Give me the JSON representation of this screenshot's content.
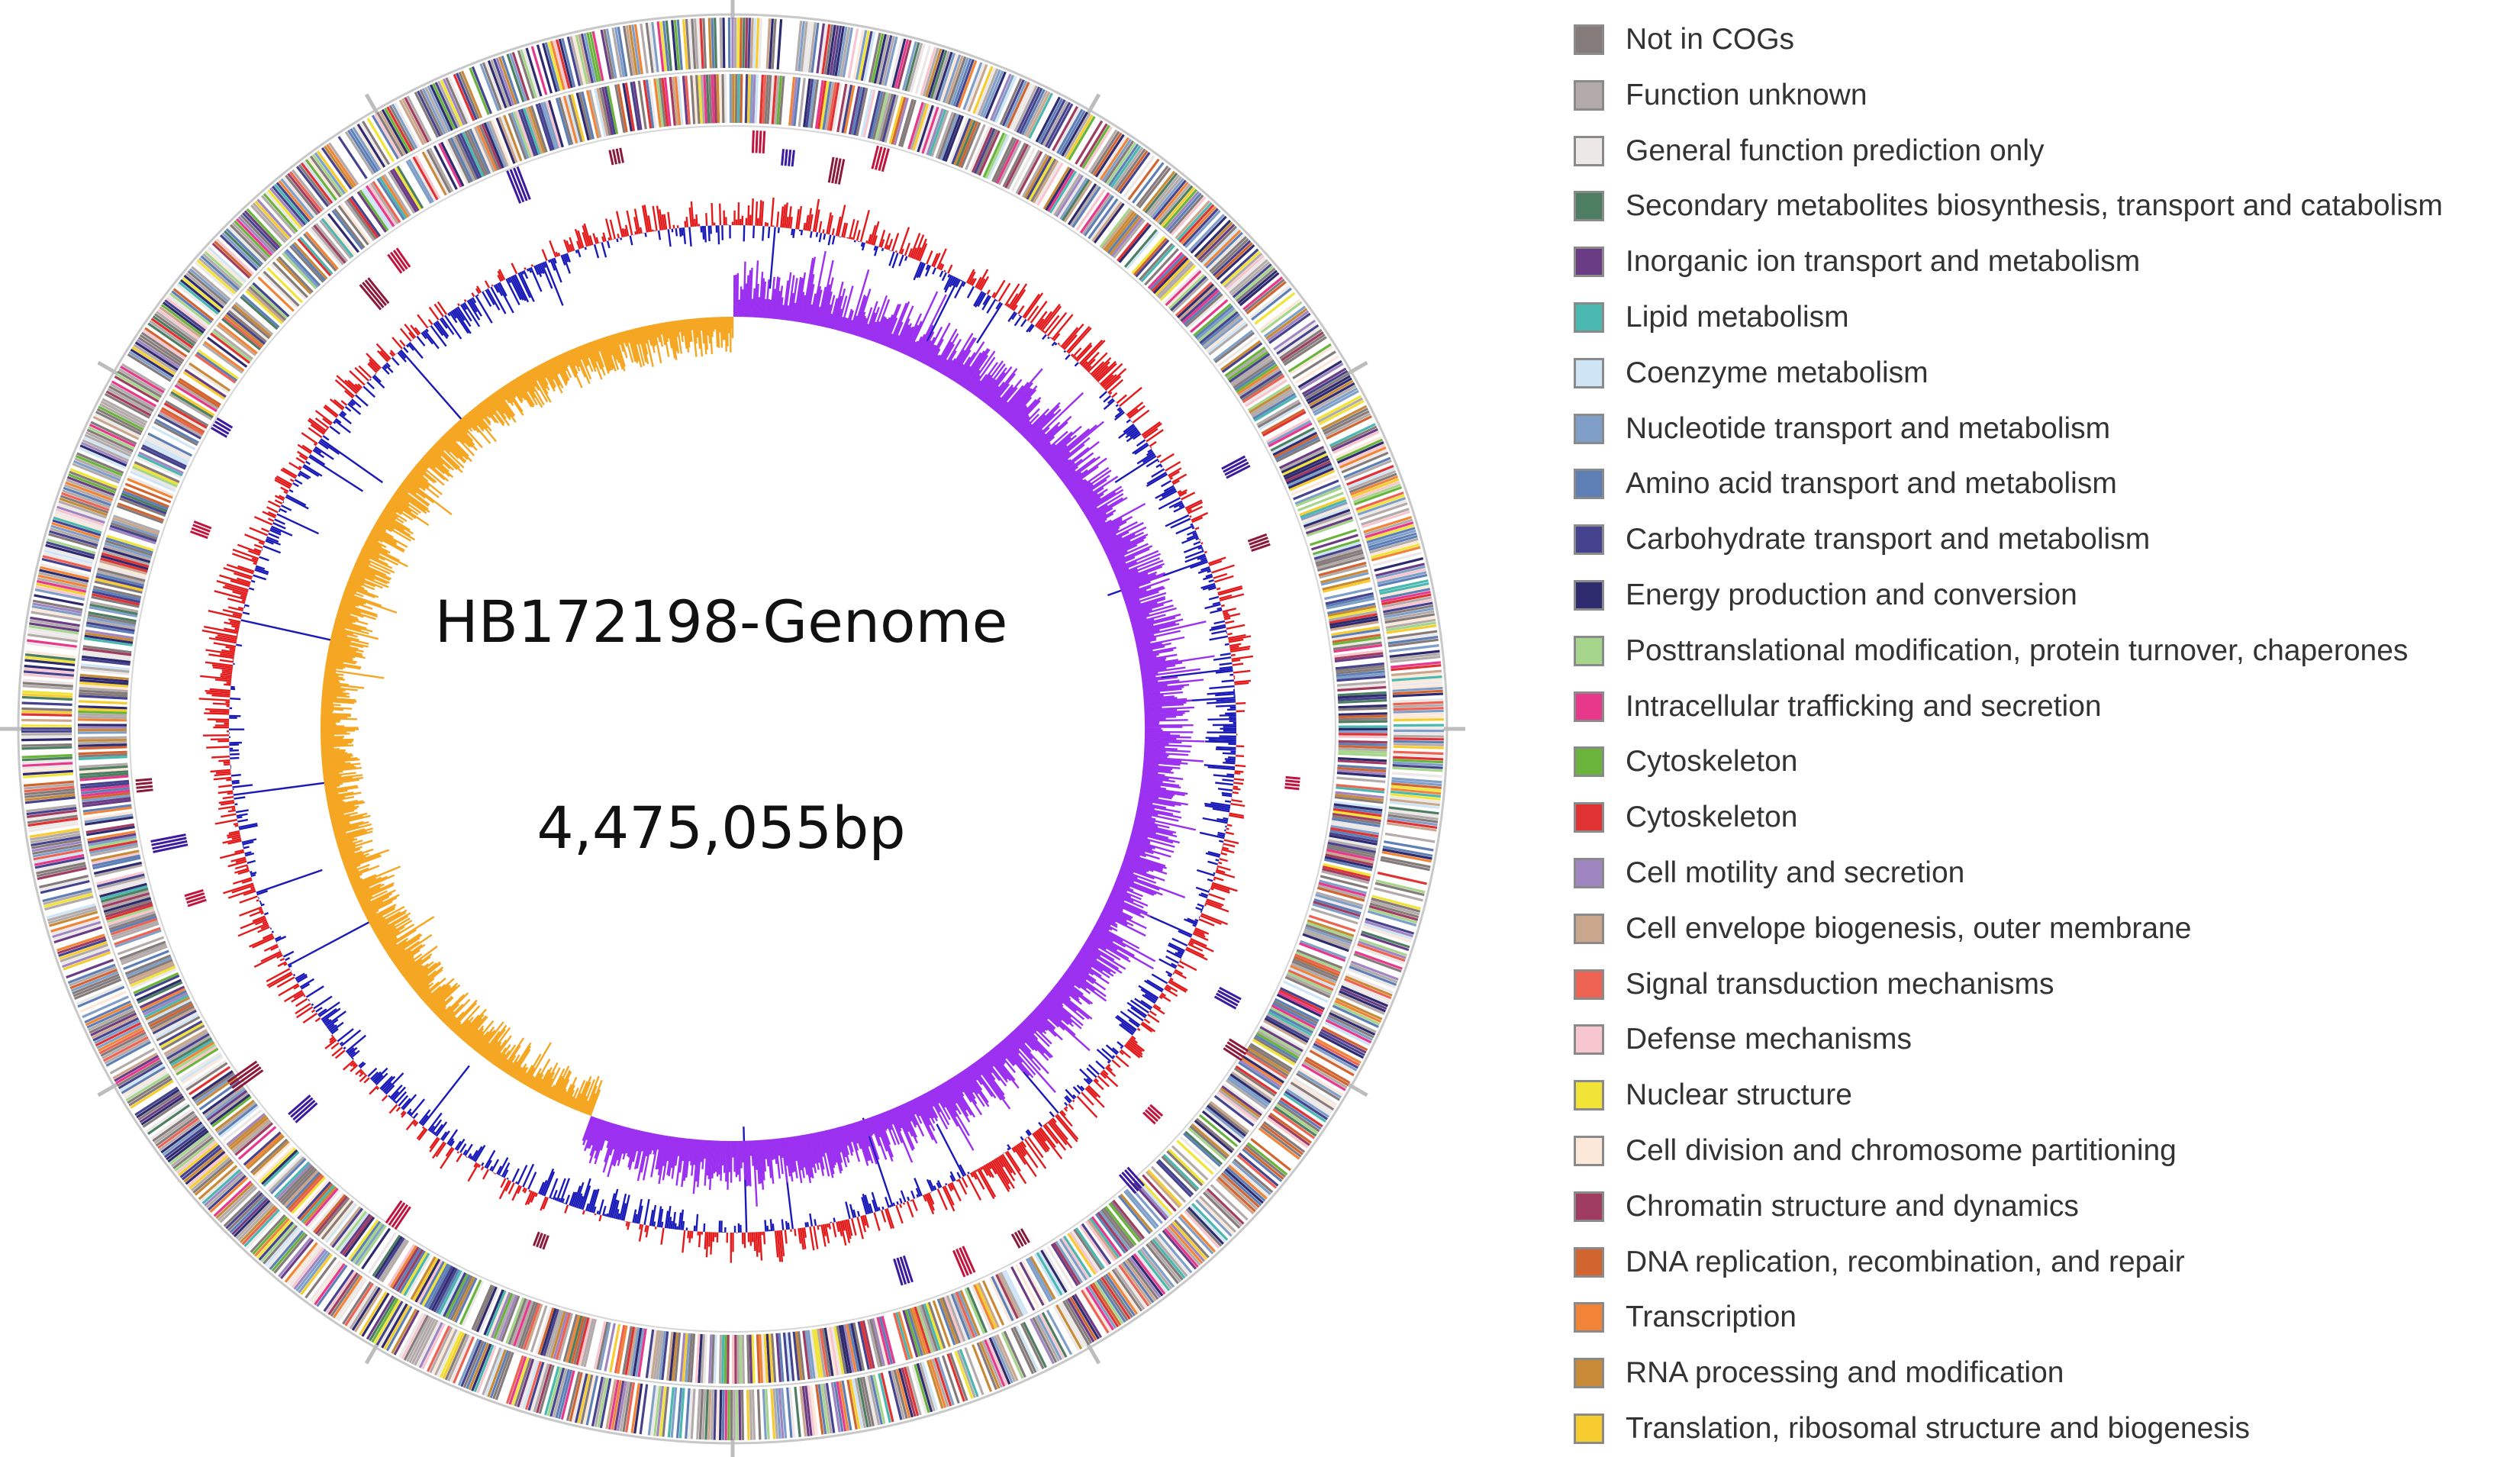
{
  "genome": {
    "name": "HB172198-Genome",
    "size_label": "4,475,055bp"
  },
  "rings": {
    "outer_cog_track": "COG category colored gene blocks (forward & reverse strand)",
    "gc_content": {
      "positive_color": "#e31a1c",
      "negative_color": "#1a1ab8"
    },
    "gc_skew": {
      "positive_color": "#9b30f0",
      "negative_color": "#f5a623"
    },
    "rna_markers": {
      "colors": [
        "#c0143c",
        "#3a1a9e",
        "#8b1a3a"
      ]
    }
  },
  "legend": {
    "items": [
      {
        "label": "Not in COGs",
        "color": "#857b7b"
      },
      {
        "label": "Function unknown",
        "color": "#b3aaaa"
      },
      {
        "label": "General function prediction only",
        "color": "#ece8e8"
      },
      {
        "label": "Secondary metabolites biosynthesis, transport and catabolism",
        "color": "#4e7e62"
      },
      {
        "label": "Inorganic ion transport and metabolism",
        "color": "#6a3c84"
      },
      {
        "label": "Lipid metabolism",
        "color": "#4ab8b0"
      },
      {
        "label": "Coenzyme metabolism",
        "color": "#cfe5f6"
      },
      {
        "label": "Nucleotide transport and metabolism",
        "color": "#7f9fc8"
      },
      {
        "label": "Amino acid transport and metabolism",
        "color": "#5e7fb6"
      },
      {
        "label": "Carbohydrate transport and metabolism",
        "color": "#46438e"
      },
      {
        "label": "Energy production and conversion",
        "color": "#2e2a6e"
      },
      {
        "label": "Posttranslational modification, protein turnover,  chaperones",
        "color": "#a6d58c"
      },
      {
        "label": "Intracellular  trafficking and secretion",
        "color": "#e8388c"
      },
      {
        "label": "Cytoskeleton",
        "color": "#6ab43c"
      },
      {
        "label": "Cytoskeleton",
        "color": "#e03232"
      },
      {
        "label": "Cell motility and secretion",
        "color": "#9f86c0"
      },
      {
        "label": "Cell envelope biogenesis, outer membrane",
        "color": "#c9a68c"
      },
      {
        "label": "Signal transduction mechanisms",
        "color": "#ee6252"
      },
      {
        "label": "Defense mechanisms",
        "color": "#f7c6cf"
      },
      {
        "label": "Nuclear structure",
        "color": "#f1e436"
      },
      {
        "label": "Cell division and chromosome partitioning",
        "color": "#fbe8d8"
      },
      {
        "label": "Chromatin structure  and dynamics",
        "color": "#a03c60"
      },
      {
        "label": "DNA replication, recombination, and repair",
        "color": "#d26430"
      },
      {
        "label": "Transcription",
        "color": "#f18436"
      },
      {
        "label": "RNA processing and modification",
        "color": "#c88a36"
      },
      {
        "label": "Translation, ribosomal structure and biogenesis",
        "color": "#f6cc2e"
      }
    ]
  }
}
